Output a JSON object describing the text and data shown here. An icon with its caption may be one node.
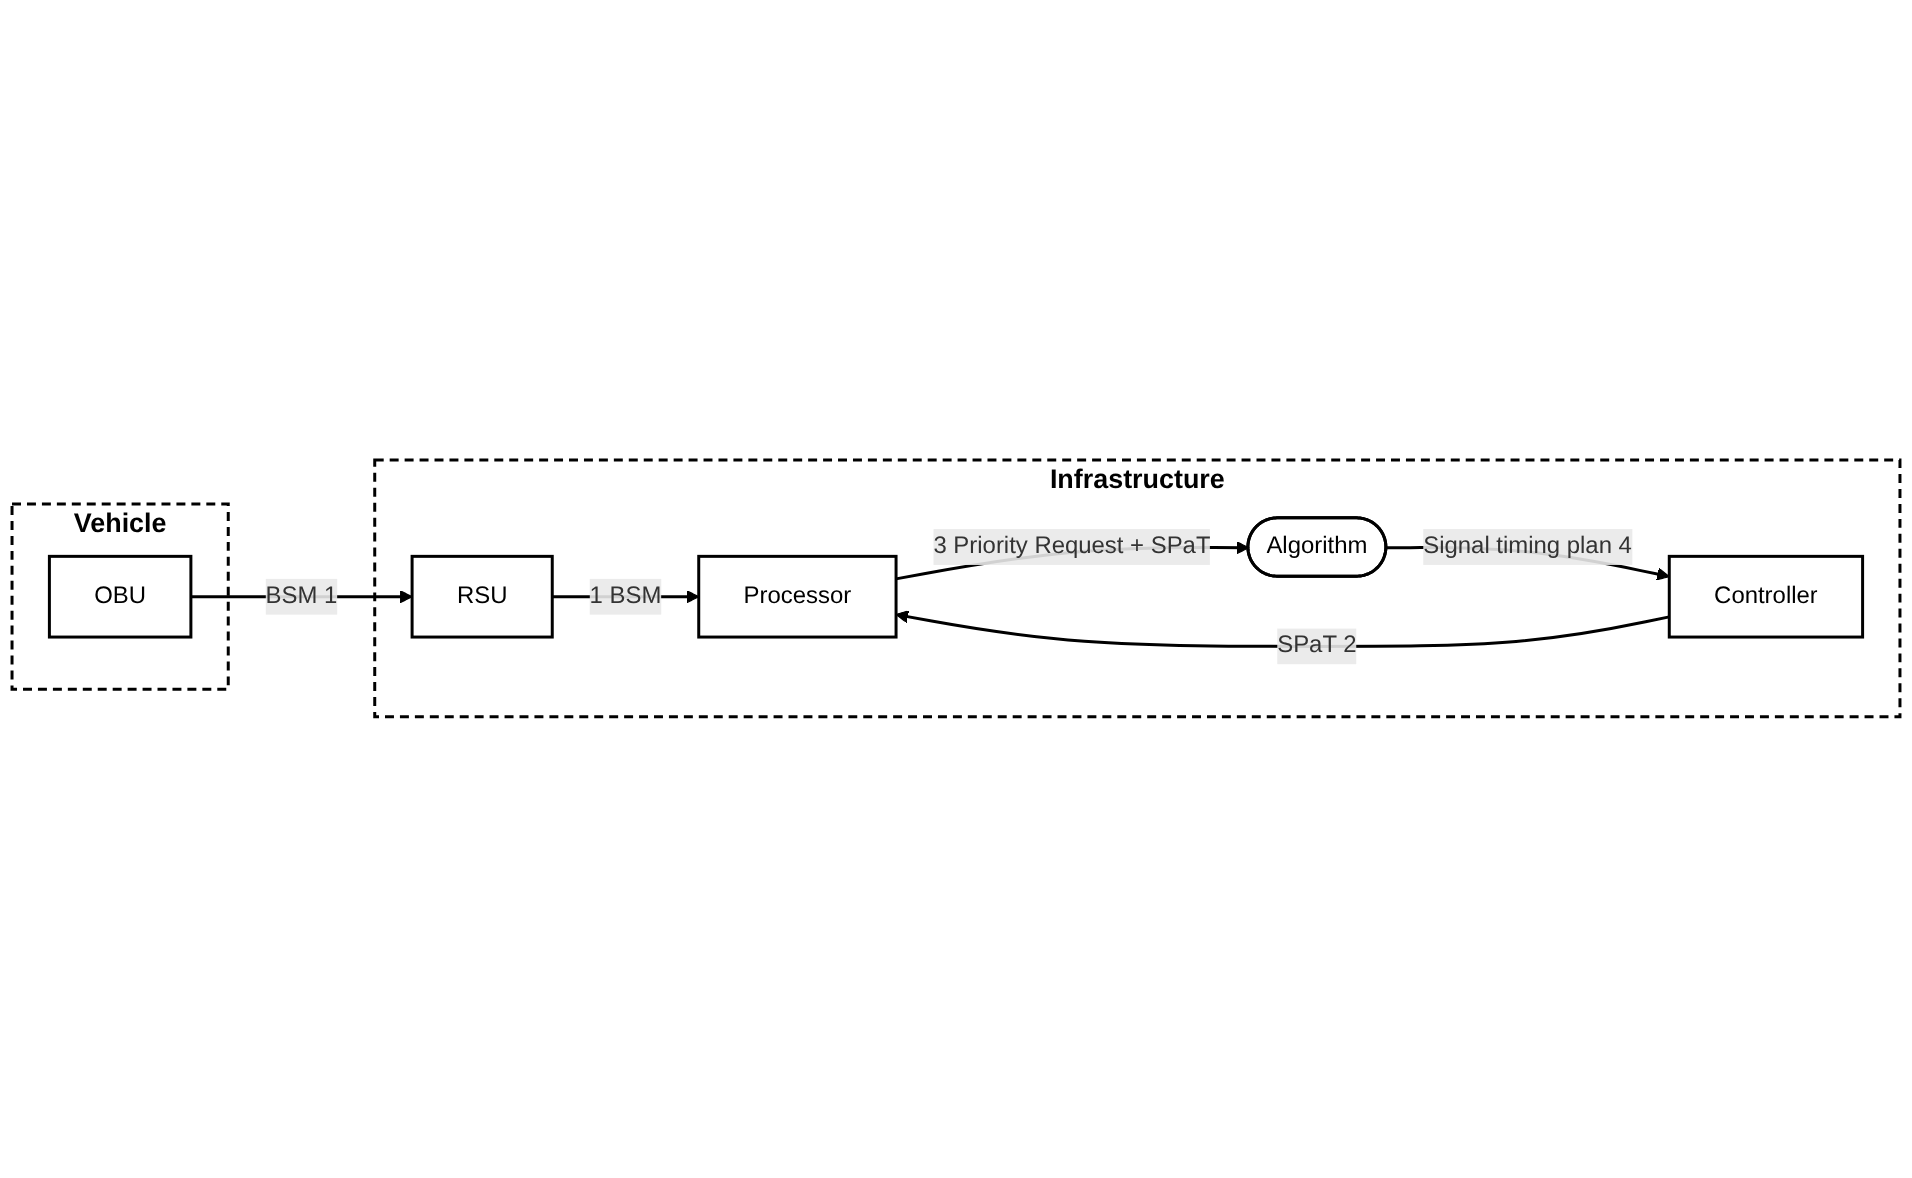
{
  "diagram": {
    "nodes": [
      {
        "text": [
          "Vehicle"
        ]
      },
      {
        "text": [
          "OBU"
        ],
        "in": 0
      },
      {
        "text": [
          "Infrastructure"
        ]
      },
      {
        "text": [
          "RSU"
        ],
        "in": 2
      },
      {
        "text": [
          "Processor"
        ],
        "in": 2
      },
      {
        "text": [
          "Controller"
        ],
        "in": 2
      },
      {
        "text": [
          "Algorithm"
        ],
        "in": 2
      }
    ],
    "edges": [
      {
        "from": 1,
        "to": 3,
        "arrow": "to",
        "label": "BSM 1"
      },
      {
        "from": 3,
        "to": 4,
        "arrow": "to",
        "label": "1 BSM"
      },
      {
        "from": 5,
        "to": 4,
        "arrow": "to",
        "label": "SPaT 2"
      },
      {
        "from": 4,
        "to": 6,
        "arrow": "to",
        "label": "3 Priority Request + SPaT"
      },
      {
        "from": 6,
        "to": 5,
        "arrow": "to",
        "label": "Signal timing plan 4"
      }
    ]
  }
}
